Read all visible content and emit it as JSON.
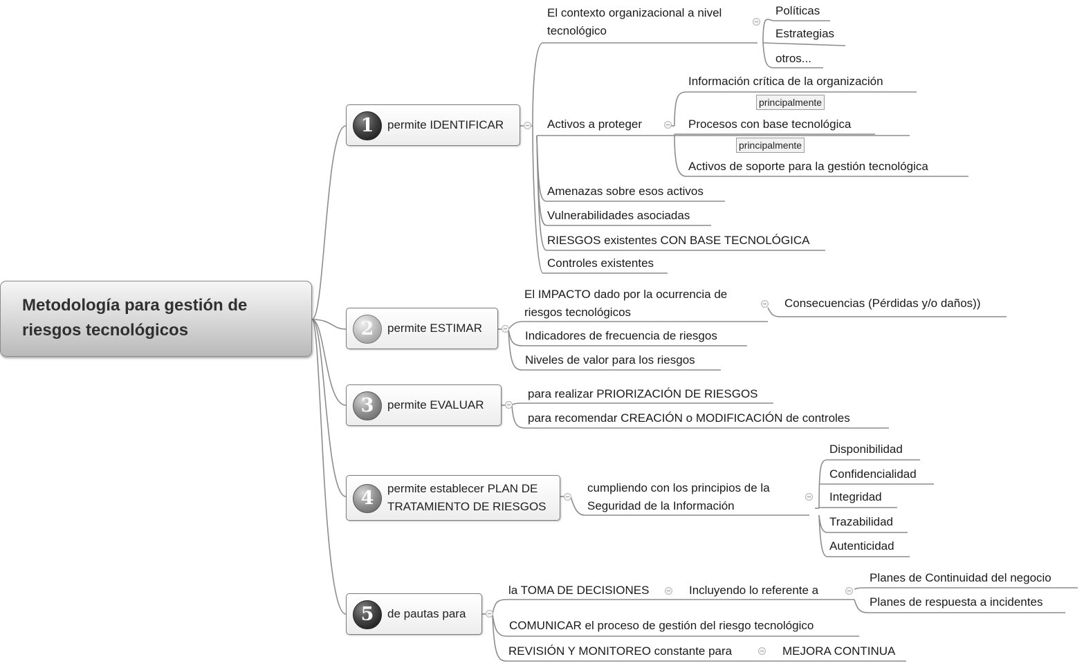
{
  "central": {
    "title": "Metodología para gestión de riesgos tecnológicos"
  },
  "branches": [
    {
      "number": "1",
      "label": "permite IDENTIFICAR",
      "items": [
        {
          "text": "El contexto organizacional a nivel tecnológico",
          "children": [
            "Políticas",
            "Estrategias",
            "otros..."
          ]
        },
        {
          "text": "Activos a proteger",
          "children": [
            "Información crítica de la organización",
            "Procesos con base tecnológica",
            "Activos de soporte para la gestión tecnológica"
          ],
          "relations": [
            "principalmente",
            "principalmente"
          ]
        },
        {
          "text": "Amenazas sobre esos activos"
        },
        {
          "text": "Vulnerabilidades asociadas"
        },
        {
          "text": "RIESGOS existentes CON BASE TECNOLÓGICA"
        },
        {
          "text": "Controles existentes"
        }
      ]
    },
    {
      "number": "2",
      "label": "permite ESTIMAR",
      "items": [
        {
          "text": "El IMPACTO dado por la ocurrencia de riesgos tecnológicos",
          "children": [
            "Consecuencias (Pérdidas y/o daños))"
          ]
        },
        {
          "text": "Indicadores de frecuencia de riesgos"
        },
        {
          "text": "Niveles de valor para los riesgos"
        }
      ]
    },
    {
      "number": "3",
      "label": "permite EVALUAR",
      "items": [
        {
          "text": "para realizar PRIORIZACIÓN DE RIESGOS"
        },
        {
          "text": "para recomendar CREACIÓN o MODIFICACIÓN de controles"
        }
      ]
    },
    {
      "number": "4",
      "label": "permite establecer PLAN DE TRATAMIENTO DE RIESGOS",
      "items": [
        {
          "text": "cumpliendo con los principios de la Seguridad de la Información",
          "children": [
            "Disponibilidad",
            "Confidencialidad",
            "Integridad",
            "Trazabilidad",
            "Autenticidad"
          ]
        }
      ]
    },
    {
      "number": "5",
      "label": "de pautas para",
      "items": [
        {
          "text": "la TOMA DE DECISIONES",
          "children": [
            {
              "text": "Incluyendo lo referente a",
              "children": [
                "Planes de Continuidad del negocio",
                "Planes de respuesta a incidentes"
              ]
            }
          ]
        },
        {
          "text": "COMUNICAR el proceso de gestión del riesgo tecnológico"
        },
        {
          "text": "REVISIÓN Y MONITOREO constante para",
          "children": [
            "MEJORA CONTINUA"
          ]
        }
      ]
    }
  ]
}
